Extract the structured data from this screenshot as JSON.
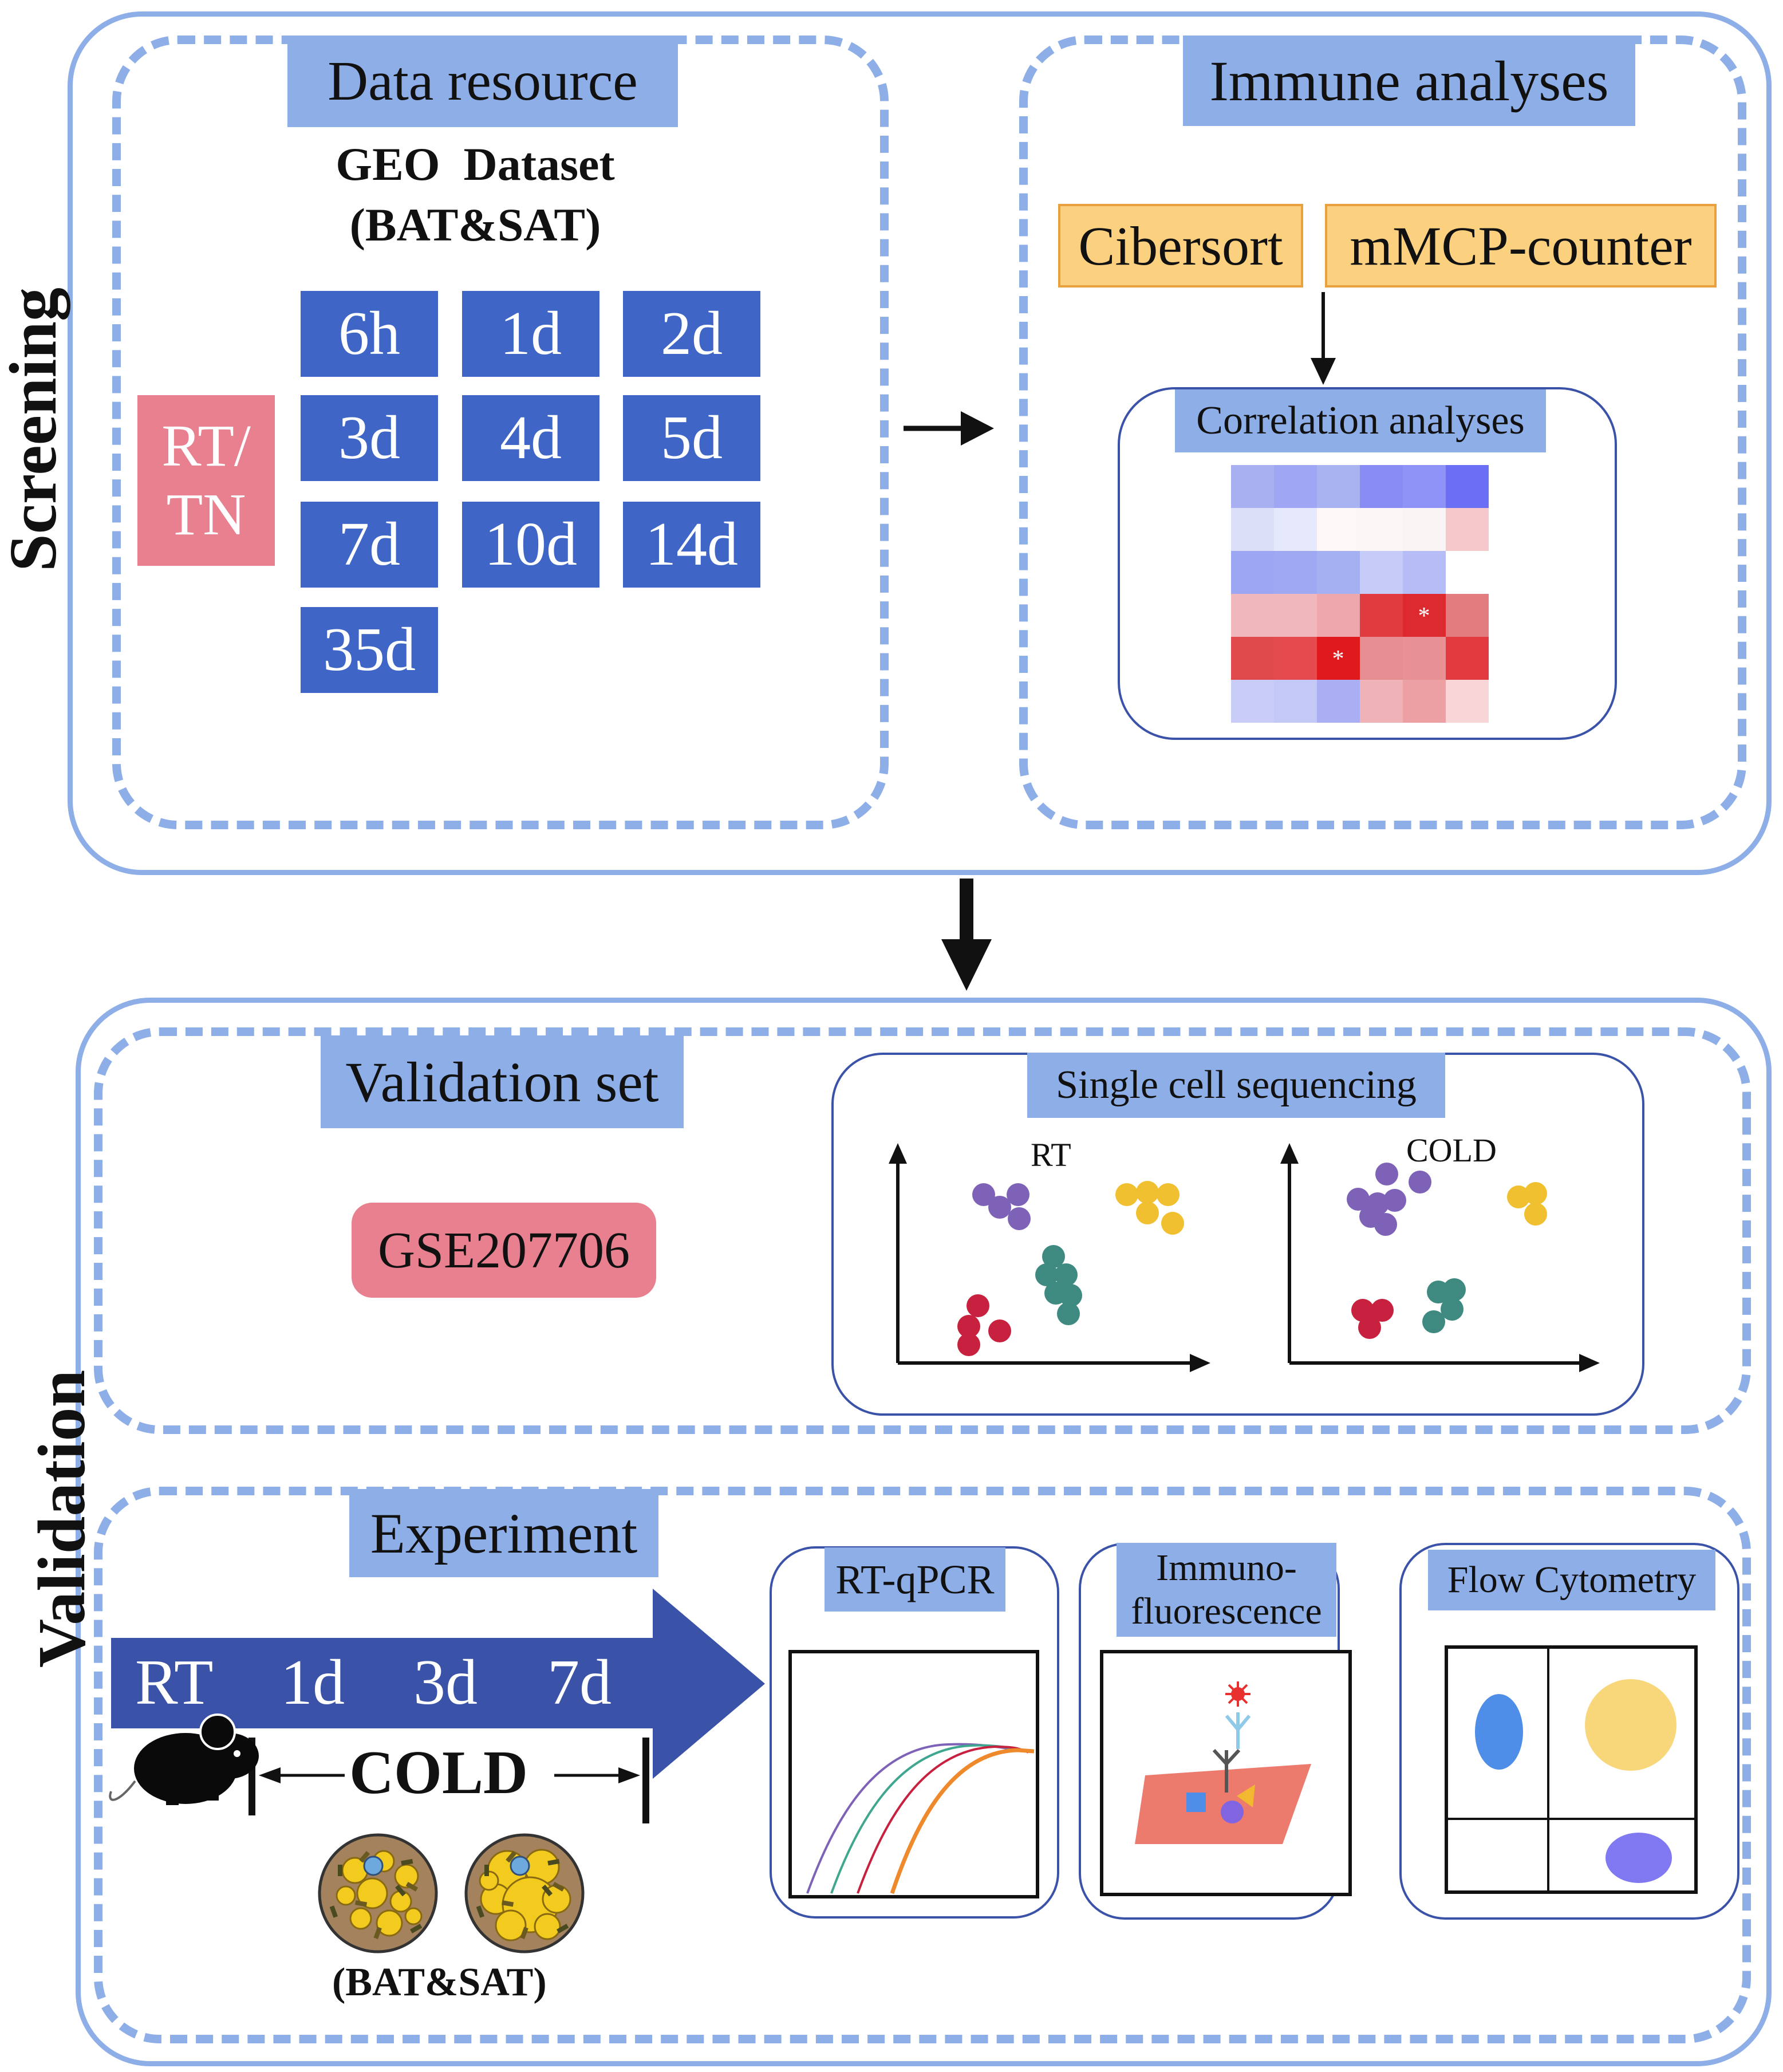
{
  "sections": {
    "screening": "Screening",
    "validation": "Validation"
  },
  "data_resource": {
    "title": "Data resource",
    "dataset_line1": "GEO  Dataset",
    "dataset_line2": "(BAT&SAT)",
    "condition": "RT/\nTN",
    "timepoints": [
      "6h",
      "1d",
      "2d",
      "3d",
      "4d",
      "5d",
      "7d",
      "10d",
      "14d",
      "35d"
    ]
  },
  "immune_analyses": {
    "title": "Immune analyses",
    "tools": [
      "Cibersort",
      "mMCP-counter"
    ],
    "correlation_title": "Correlation analyses",
    "heatmap_marker": "*"
  },
  "validation_set": {
    "title": "Validation set",
    "dataset_id": "GSE207706",
    "scseq_title": "Single cell sequencing",
    "plot_labels": [
      "RT",
      "COLD"
    ]
  },
  "experiment": {
    "title": "Experiment",
    "timeline": [
      "RT",
      "1d",
      "3d",
      "7d"
    ],
    "cold_label": "COLD",
    "tissue_label": "(BAT&SAT)",
    "assays": [
      "RT-qPCR",
      "Immuno-\nfluorescence",
      "Flow Cytometry"
    ]
  },
  "colors": {
    "frame": "#8eaee8",
    "label_bg": "#8eaee8",
    "tile_blue": "#3f66c7",
    "timeline_blue": "#3a52a8",
    "pink": "#e8808f",
    "orange_fill": "#fbd07f",
    "cluster_purple": "#7d62b8",
    "cluster_red": "#c8203f",
    "cluster_teal": "#3f8a80",
    "cluster_yellow": "#f0c030"
  }
}
